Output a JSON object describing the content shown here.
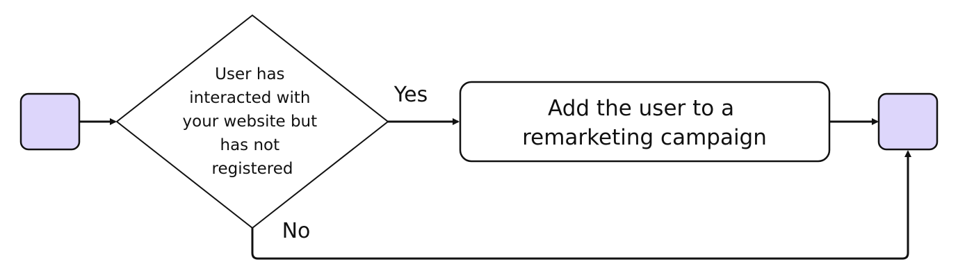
{
  "diagram": {
    "start_node": {
      "label": ""
    },
    "decision": {
      "lines": [
        "User has",
        "interacted with",
        "your website but",
        "has not",
        "registered"
      ]
    },
    "yes_label": "Yes",
    "no_label": "No",
    "action": {
      "lines": [
        "Add the user to a",
        "remarketing campaign"
      ]
    },
    "end_node": {
      "label": ""
    }
  },
  "colors": {
    "terminal_fill": "#ddd6fb",
    "stroke": "#111111",
    "background": "#ffffff"
  }
}
